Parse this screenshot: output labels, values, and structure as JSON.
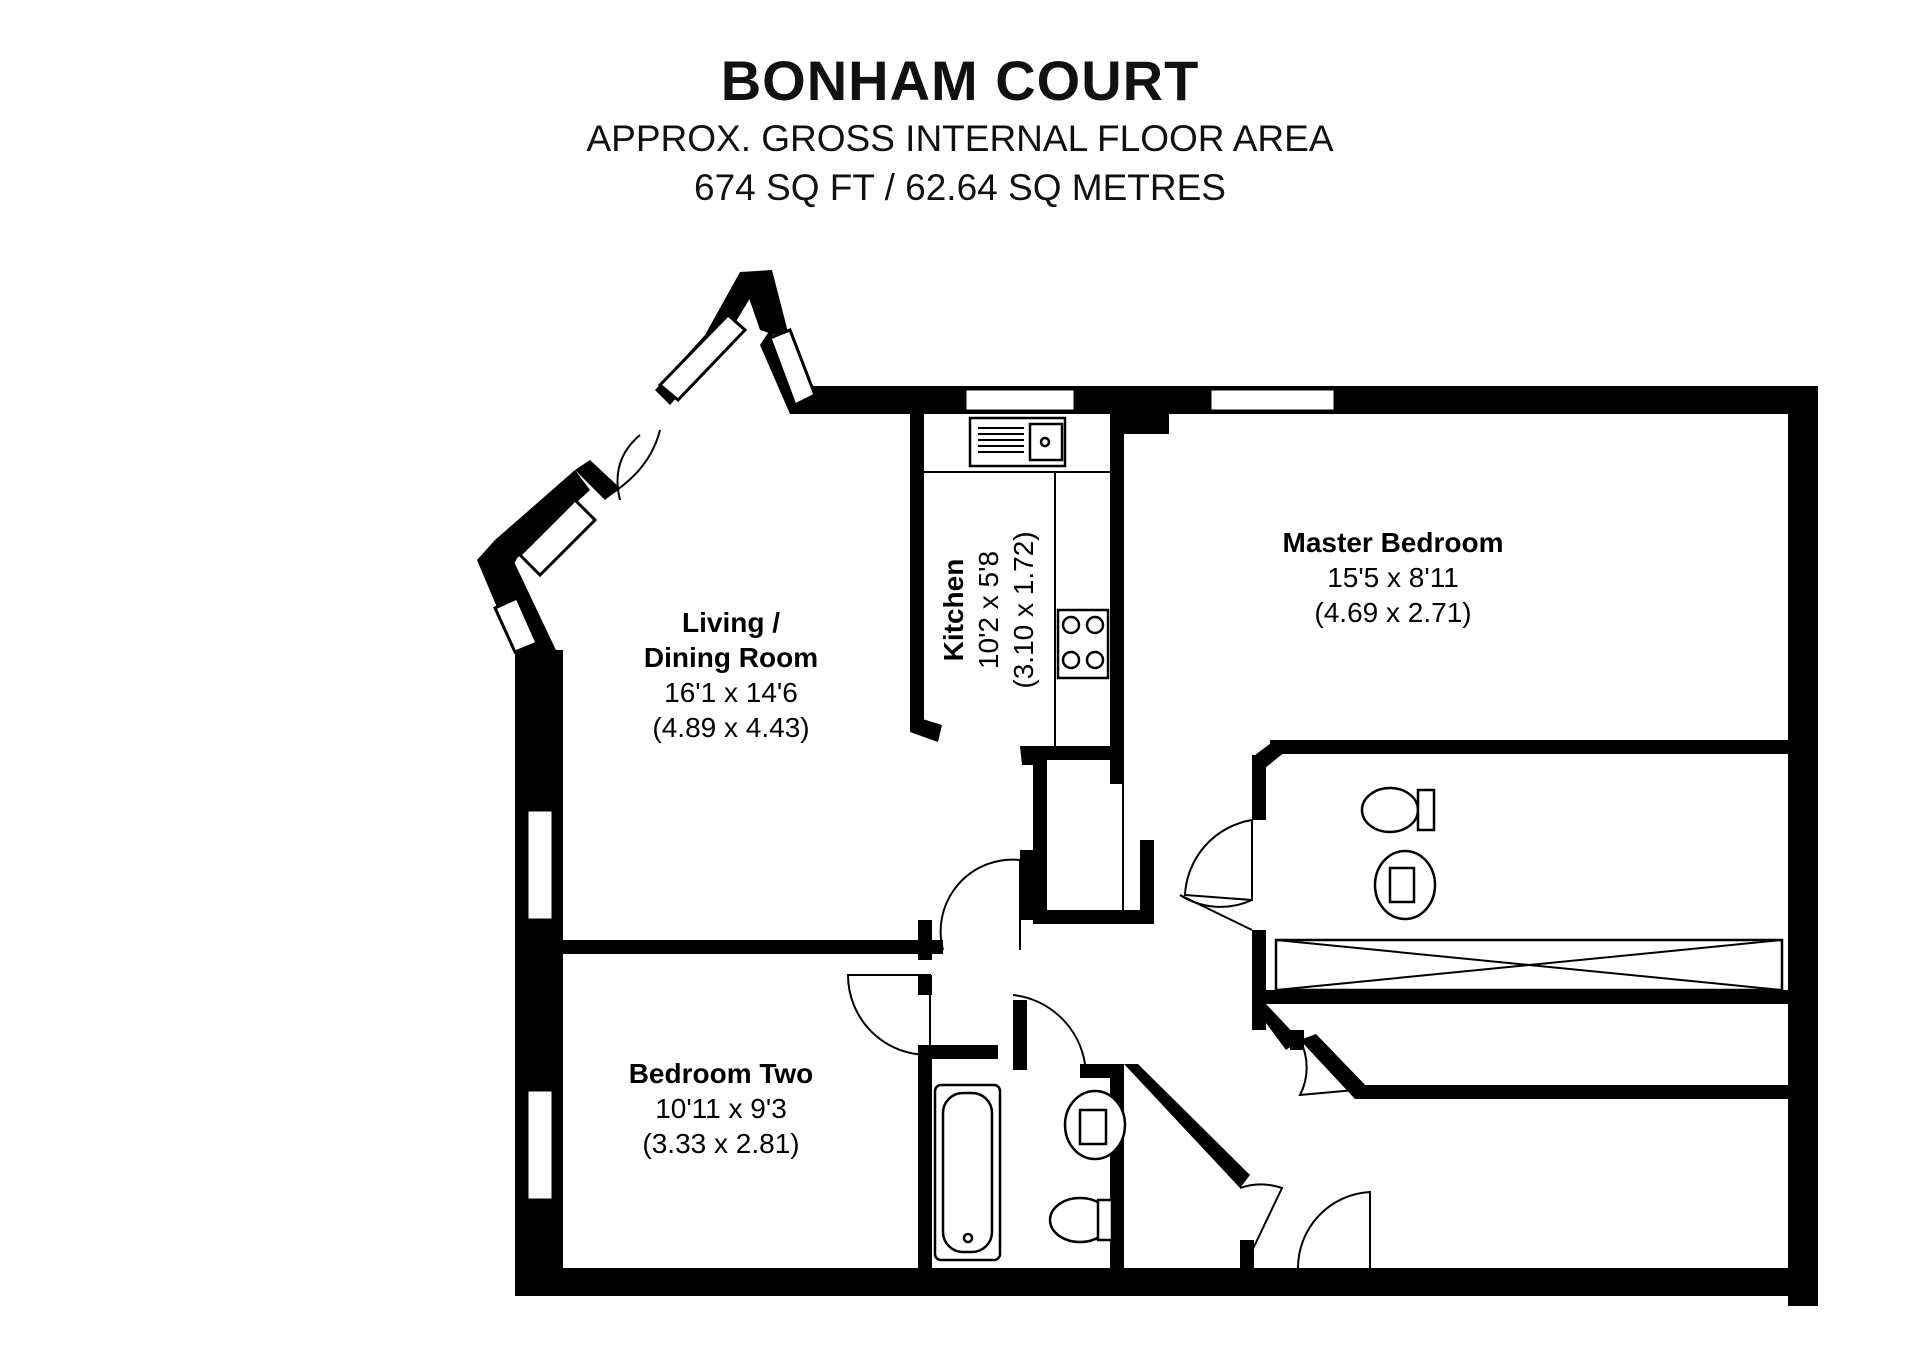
{
  "header": {
    "title": "BONHAM COURT",
    "subtitle_line1": "APPROX. GROSS INTERNAL FLOOR AREA",
    "subtitle_line2": "674 SQ FT / 62.64 SQ METRES"
  },
  "rooms": {
    "living": {
      "name_line1": "Living /",
      "name_line2": "Dining Room",
      "imperial": "16'1 x 14'6",
      "metric": "(4.89 x 4.43)"
    },
    "kitchen": {
      "name": "Kitchen",
      "imperial": "10'2 x 5'8",
      "metric": "(3.10 x 1.72)"
    },
    "master": {
      "name": "Master Bedroom",
      "imperial": "15'5 x 8'11",
      "metric": "(4.69 x 2.71)"
    },
    "bedroom_two": {
      "name": "Bedroom Two",
      "imperial": "10'11 x 9'3",
      "metric": "(3.33 x 2.81)"
    }
  }
}
